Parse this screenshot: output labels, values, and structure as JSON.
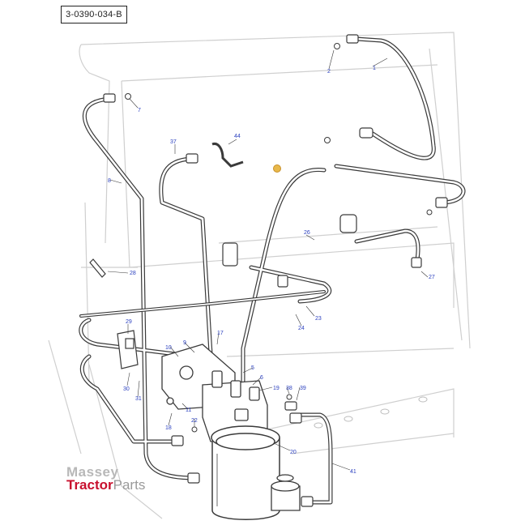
{
  "diagram": {
    "reference_code": "3-0390-034-B",
    "callouts": [
      "1",
      "2",
      "7",
      "8",
      "37",
      "44",
      "28",
      "26",
      "27",
      "23",
      "24",
      "29",
      "30",
      "31",
      "9",
      "10",
      "17",
      "5",
      "6",
      "19",
      "38",
      "39",
      "11",
      "18",
      "22",
      "20",
      "41"
    ]
  },
  "watermark": {
    "line1": "Massey",
    "line2_a": "Tractor",
    "line2_b": "Parts"
  },
  "colors": {
    "line": "#3a3a3a",
    "ghost": "#cfcfcf",
    "callout": "#2a3fbf",
    "highlight": "#e8b84a"
  }
}
